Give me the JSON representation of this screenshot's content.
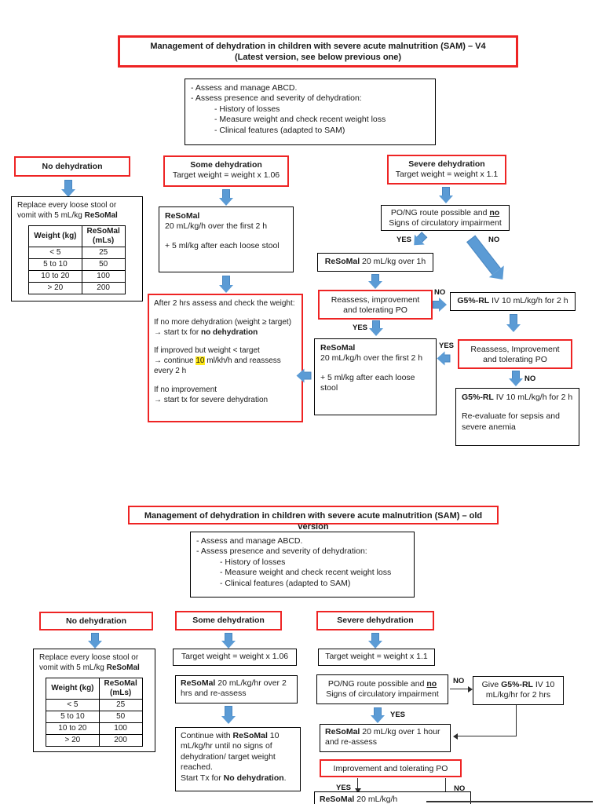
{
  "colors": {
    "accent_red": "#ee2424",
    "arrow_blue": "#5b9bd5",
    "highlight_yellow": "#ffe81a",
    "box_border_black": "#000000"
  },
  "labels": {
    "yes": "YES",
    "no": "NO"
  },
  "assess": {
    "l1": "- Assess and manage ABCD.",
    "l2": "- Assess presence and severity of dehydration:",
    "l3": "- History of losses",
    "l4": "- Measure weight and check recent weight loss",
    "l5": "- Clinical features (adapted to SAM)"
  },
  "nodehyd": {
    "title": "No dehydration",
    "replace_pre": "Replace every loose stool or vomit with 5 mL/kg ",
    "replace_bold": "ReSoMal",
    "table": {
      "col1": "Weight (kg)",
      "col2a": "ReSoMal",
      "col2b": "(mLs)",
      "rows": [
        [
          "< 5",
          "25"
        ],
        [
          "5 to 10",
          "50"
        ],
        [
          "10 to 20",
          "100"
        ],
        [
          "> 20",
          "200"
        ]
      ]
    }
  },
  "v4": {
    "title1": "Management of dehydration in children with severe acute malnutrition (SAM) – V4",
    "title2": "(Latest version, see below previous one)",
    "some": {
      "title": "Some dehydration",
      "sub": "Target weight = weight x 1.06"
    },
    "resomal1": {
      "bold": "ReSoMal",
      "l2": "20 mL/kg/h over the first 2 h",
      "l3": "+ 5 ml/kg after each loose stool"
    },
    "after2": {
      "l1": "After 2 hrs assess and check the weight:",
      "l2": "If no more dehydration (weight ≥ target)",
      "l3a": "→ start tx for ",
      "l3b": "no dehydration",
      "l4": "If improved but weight < target",
      "l5a": "→ continue ",
      "l5hl": "10",
      "l5b": " ml/kh/h and reassess every 2 h",
      "l6": "If no improvement",
      "l7": "→ start tx for severe dehydration"
    },
    "severe": {
      "title": "Severe dehydration",
      "sub": "Target weight = weight x 1.1"
    },
    "pong": {
      "l1a": "PO/NG route possible and ",
      "l1b": "no",
      "l2": "Signs of circulatory impairment"
    },
    "resomal_1h": {
      "bold": "ReSoMal",
      "rest": " 20 mL/kg over 1h"
    },
    "reassess1": {
      "l1": "Reassess, improvement",
      "l2": "and tolerating PO"
    },
    "g5_2h": {
      "bold": "G5%-RL",
      "rest": " IV 10 mL/kg/h for 2 h"
    },
    "resomal2": {
      "bold": "ReSoMal",
      "l2": "20 mL/kg/h over the first 2 h",
      "l3": "+ 5 ml/kg after each loose stool"
    },
    "reassess2": {
      "l1": "Reassess, Improvement",
      "l2": "and tolerating PO"
    },
    "g5_final": {
      "bold": "G5%-RL",
      "rest": " IV 10 mL/kg/h for 2 h",
      "l2": "Re-evaluate for sepsis and",
      "l3": "severe anemia"
    }
  },
  "old": {
    "title": "Management of dehydration in children with severe acute malnutrition (SAM) – old version",
    "some_title": "Some dehydration",
    "target106": "Target weight = weight x 1.06",
    "resomal_2h": {
      "bold": "ReSoMal",
      "rest": " 20 mL/kg/hr over 2 hrs and re-assess"
    },
    "continue": {
      "pre": "Continue with ",
      "bold": "ReSoMal",
      "mid": " 10 mL/kg/hr until no signs of dehydration/ target weight reached.",
      "l2a": "Start Tx for ",
      "l2b": "No dehydration",
      "l2c": "."
    },
    "severe_title": "Severe dehydration",
    "target11": "Target weight = weight x 1.1",
    "pong": {
      "l1a": "PO/NG route possible and ",
      "l1b": "no",
      "l2": "Signs of circulatory impairment"
    },
    "give_g5": {
      "pre": "Give ",
      "bold": "G5%-RL",
      "rest": " IV 10 mL/kg/hr for 2 hrs"
    },
    "resomal_1hr": {
      "bold": "ReSoMal",
      "rest": " 20 mL/kg over 1 hour and re-assess"
    },
    "improvement": "Improvement and tolerating PO",
    "partial": {
      "bold": "ReSoMal",
      "rest": " 20 mL/kg/h"
    }
  }
}
